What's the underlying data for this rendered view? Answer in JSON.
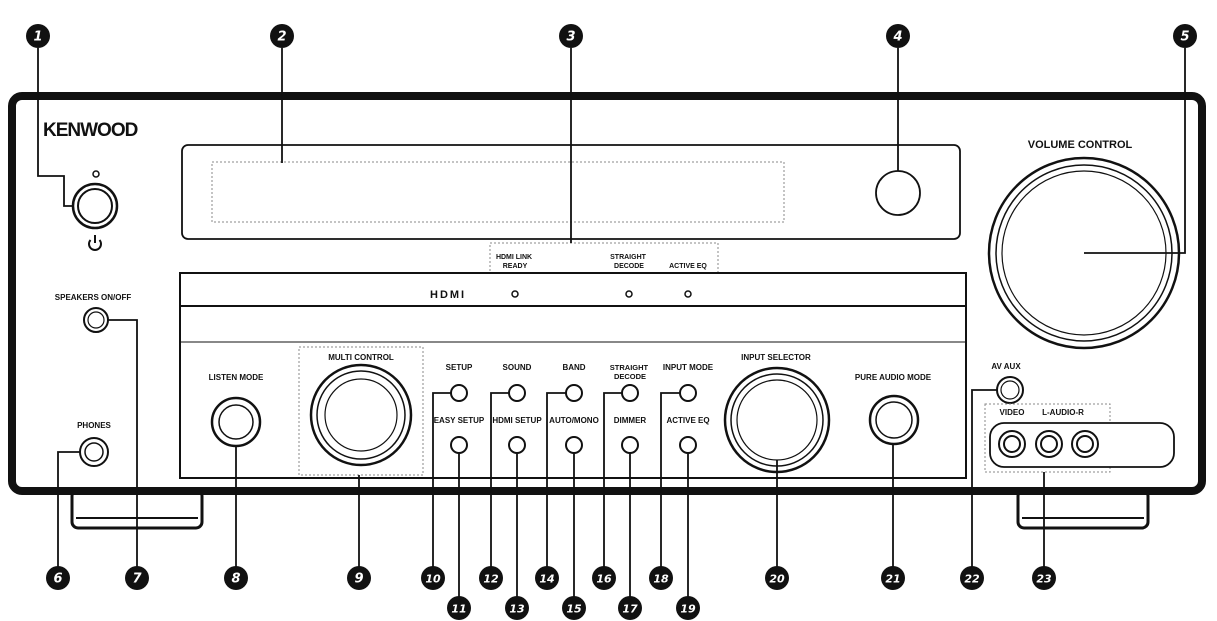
{
  "brand": "KENWOOD",
  "volume_label": "VOLUME CONTROL",
  "hdmi_logo": "HDMI",
  "indicators": [
    {
      "id": "hdmi-link-ready",
      "line1": "HDMI LINK",
      "line2": "READY"
    },
    {
      "id": "straight-decode",
      "line1": "STRAIGHT",
      "line2": "DECODE"
    },
    {
      "id": "active-eq",
      "line1": "ACTIVE EQ",
      "line2": ""
    }
  ],
  "speakers_label": "SPEAKERS ON/OFF",
  "phones_label": "PHONES",
  "listen_mode_label": "LISTEN MODE",
  "multi_control_label": "MULTI CONTROL",
  "top_buttons": [
    {
      "id": "setup",
      "line1": "SETUP",
      "line2": ""
    },
    {
      "id": "sound",
      "line1": "SOUND",
      "line2": ""
    },
    {
      "id": "band",
      "line1": "BAND",
      "line2": ""
    },
    {
      "id": "straight-decode",
      "line1": "STRAIGHT",
      "line2": "DECODE"
    },
    {
      "id": "input-mode",
      "line1": "INPUT MODE",
      "line2": ""
    }
  ],
  "bottom_buttons": [
    {
      "id": "easy-setup",
      "label": "EASY SETUP"
    },
    {
      "id": "hdmi-setup",
      "label": "HDMI SETUP"
    },
    {
      "id": "auto-mono",
      "label": "AUTO/MONO"
    },
    {
      "id": "dimmer",
      "label": "DIMMER"
    },
    {
      "id": "active-eq",
      "label": "ACTIVE EQ"
    }
  ],
  "input_selector_label": "INPUT SELECTOR",
  "pure_audio_label": "PURE AUDIO MODE",
  "av_aux_label": "AV AUX",
  "video_label": "VIDEO",
  "audio_label": "L-AUDIO-R",
  "callouts": [
    "1",
    "2",
    "3",
    "4",
    "5",
    "6",
    "7",
    "8",
    "9",
    "10",
    "11",
    "12",
    "13",
    "14",
    "15",
    "16",
    "17",
    "18",
    "19",
    "20",
    "21",
    "22",
    "23"
  ]
}
